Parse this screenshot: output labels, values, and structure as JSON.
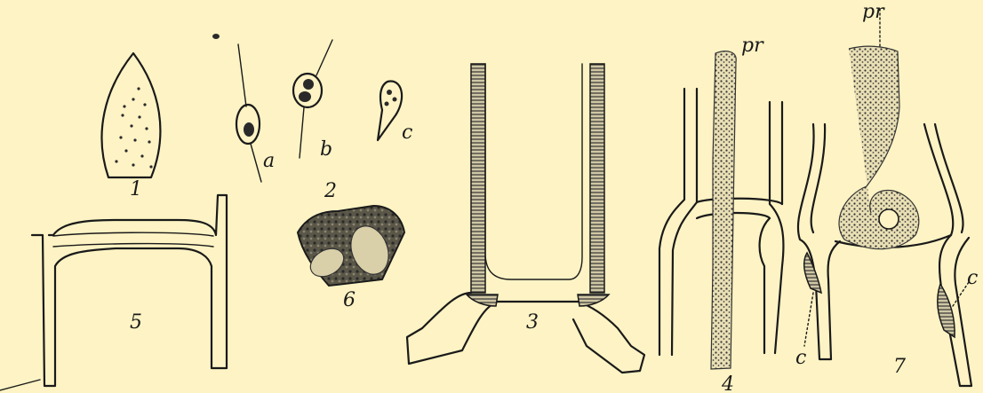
{
  "figure_labels": {
    "fig1": "1",
    "fig2": "2",
    "fig3": "3",
    "fig4": "4",
    "fig5": "5",
    "fig6": "6",
    "fig7": "7"
  },
  "letter_labels": {
    "a": "a",
    "b": "b",
    "c2": "c",
    "pr4": "pr",
    "pr7": "pr",
    "c7_left": "c",
    "c7_right": "c"
  },
  "colors": {
    "paper": "#fdf3c4",
    "ink": "#1a1a1a"
  }
}
